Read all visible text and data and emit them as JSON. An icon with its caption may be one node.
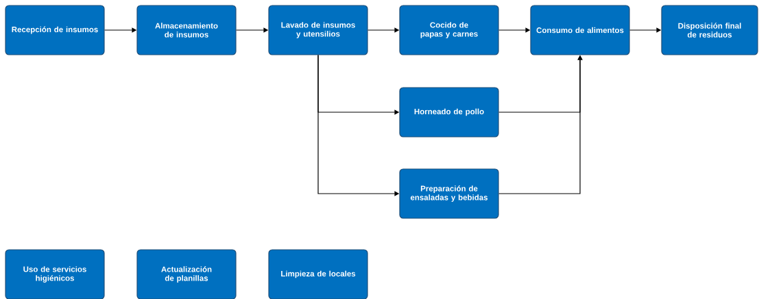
{
  "diagram": {
    "nodes": [
      {
        "text": [
          "Recepción de insumos"
        ]
      },
      {
        "text": [
          "Almacenamiento de insumos"
        ]
      },
      {
        "text": [
          "Lavado de insumos y utensilios"
        ]
      },
      {
        "text": [
          "Cocido de papas y carnes"
        ]
      },
      {
        "text": [
          "Consumo de alimentos"
        ]
      },
      {
        "text": [
          "Disposición final de residuos"
        ]
      },
      {
        "text": [
          "Horneado de pollo"
        ]
      },
      {
        "text": [
          "Preparación de ensaladas y bebidas"
        ]
      },
      {
        "text": [
          "Uso de servicios higiénicos"
        ]
      },
      {
        "text": [
          "Actualización de planillas"
        ]
      },
      {
        "text": [
          "Limpieza de locales"
        ]
      }
    ],
    "edges": [
      {
        "from": 0,
        "to": 1,
        "arrow": "to"
      },
      {
        "from": 1,
        "to": 2,
        "arrow": "to"
      },
      {
        "from": 2,
        "to": 3,
        "arrow": "to"
      },
      {
        "from": 3,
        "to": 4,
        "arrow": "to"
      },
      {
        "from": 4,
        "to": 5,
        "arrow": "to"
      },
      {
        "from": 2,
        "to": 6,
        "arrow": "to"
      },
      {
        "from": 2,
        "to": 7,
        "arrow": "to"
      },
      {
        "from": 6,
        "to": 4,
        "arrow": "to"
      },
      {
        "from": 7,
        "to": 4,
        "arrow": "to"
      }
    ]
  }
}
